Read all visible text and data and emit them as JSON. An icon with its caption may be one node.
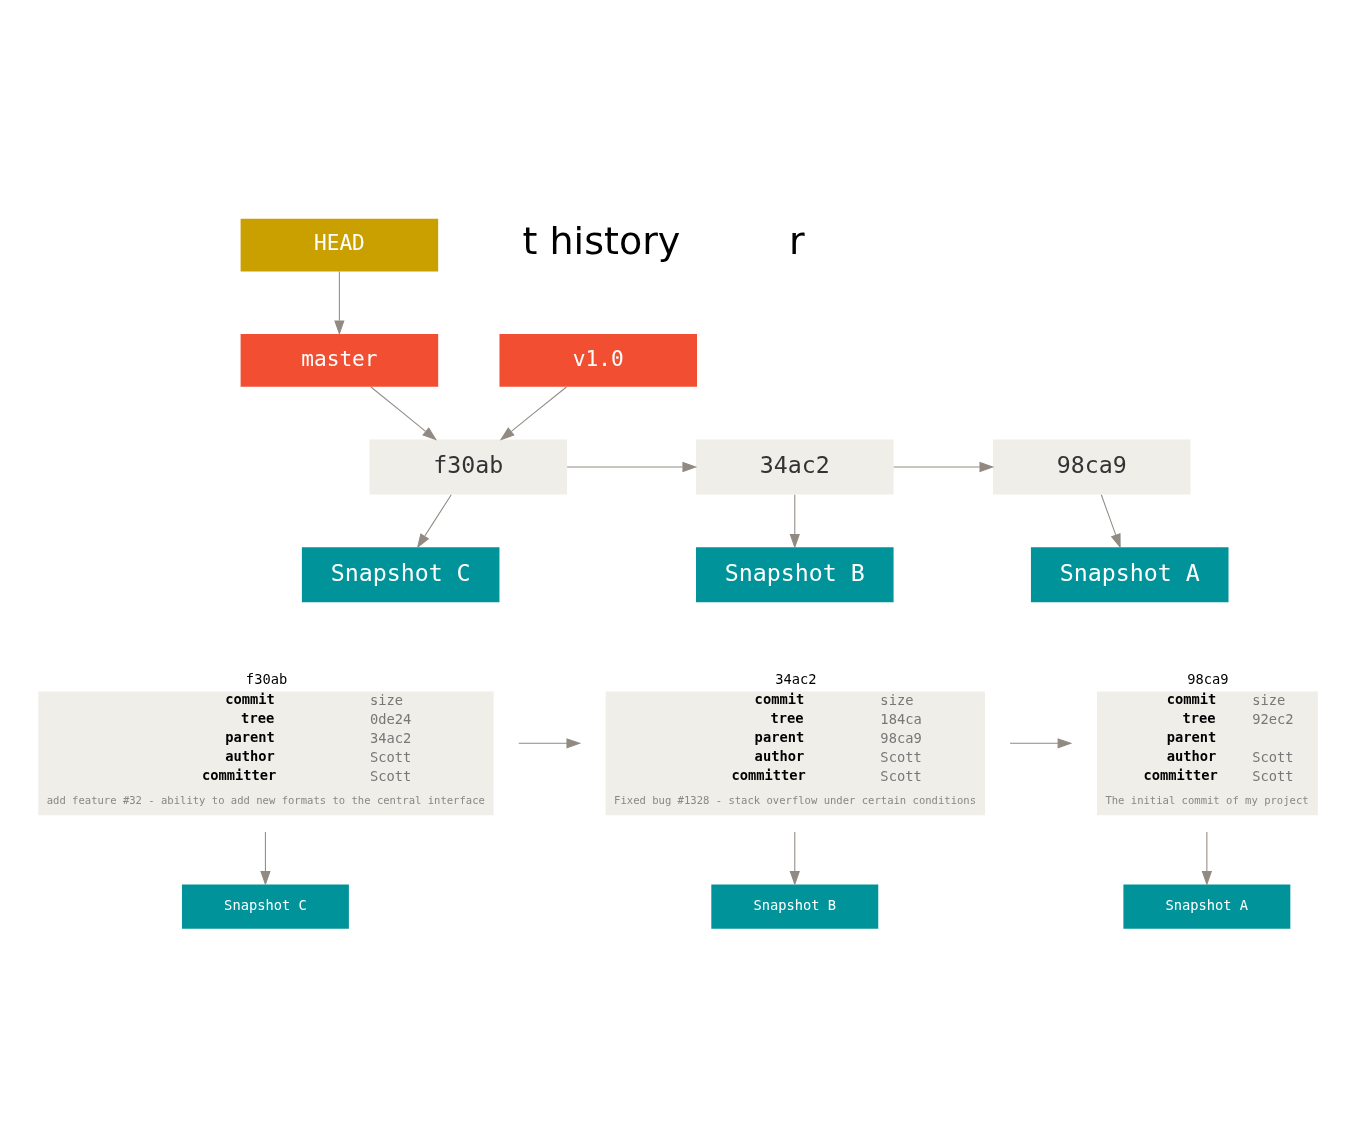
{
  "diagram": {
    "nodes": [
      {
        "text": [
          "HEAD"
        ]
      },
      {
        "text": [
          "v1.0"
        ]
      },
      {
        "text": [
          "master"
        ]
      },
      {
        "text": [
          "98ca9"
        ]
      },
      {
        "text": [
          "34ac2"
        ]
      },
      {
        "text": [
          "f30ab"
        ]
      },
      {
        "text": [
          "Snapshot A"
        ]
      },
      {
        "text": [
          "Snapshot B"
        ]
      },
      {
        "text": [
          "Snapshot C"
        ]
      },
      {
        "text": [
          "98ca9",
          "commit size",
          "tree 92ec2",
          "parent",
          "author Scott",
          "committer Scott",
          "The initial commit of my project"
        ]
      },
      {
        "text": [
          "34ac2",
          "commit size",
          "tree 184ca",
          "parent 98ca9",
          "author Scott",
          "committer Scott",
          "Fixed bug #1328 - stack overflow under certain conditions"
        ]
      },
      {
        "text": [
          "f30ab",
          "commit size",
          "tree 0de24",
          "parent 34ac2",
          "author Scott",
          "committer Scott",
          "add feature #32 - ability to add new formats to the central interface"
        ]
      },
      {
        "text": [
          "Snapshot A"
        ]
      },
      {
        "text": [
          "Snapshot B"
        ]
      },
      {
        "text": [
          "Snapshot C"
        ]
      }
    ],
    "edges": [
      {
        "from": 0,
        "to": 2,
        "arrow": "to"
      },
      {
        "from": 1,
        "to": 5,
        "arrow": "to"
      },
      {
        "from": 2,
        "to": 5,
        "arrow": "to"
      },
      {
        "from": 5,
        "to": 4,
        "arrow": "to"
      },
      {
        "from": 4,
        "to": 3,
        "arrow": "to"
      },
      {
        "from": 3,
        "to": 6,
        "arrow": "to"
      },
      {
        "from": 4,
        "to": 7,
        "arrow": "to"
      },
      {
        "from": 5,
        "to": 8,
        "arrow": "to"
      },
      {
        "from": 11,
        "to": 10,
        "arrow": "to"
      },
      {
        "from": 10,
        "to": 9,
        "arrow": "to"
      },
      {
        "from": 9,
        "to": 12,
        "arrow": "to"
      },
      {
        "from": 10,
        "to": 13,
        "arrow": "to"
      },
      {
        "from": 11,
        "to": 14,
        "arrow": "to"
      }
    ],
    "labels": [
      "t history",
      "r"
    ]
  }
}
